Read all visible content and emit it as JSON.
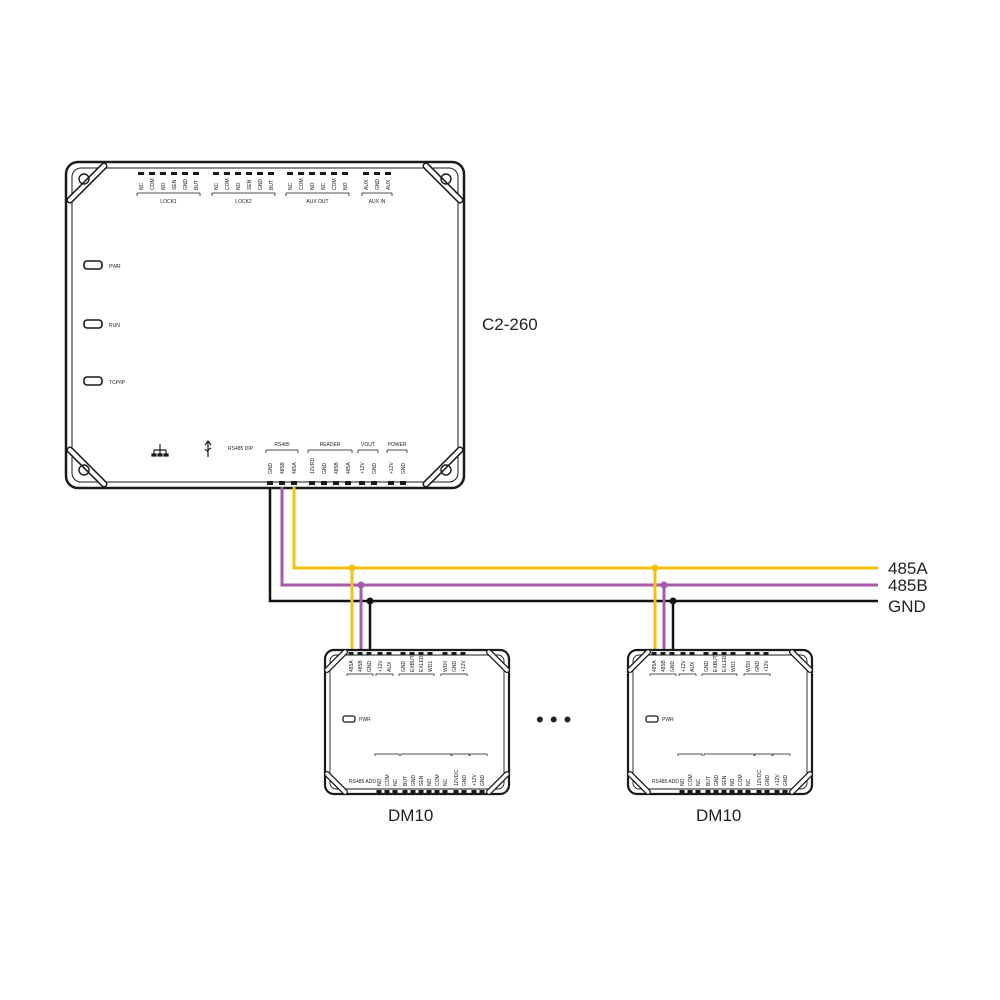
{
  "diagram": {
    "controller": {
      "name": "C2-260",
      "leds": [
        "PWR",
        "RUN",
        "TCP/IP"
      ],
      "dip_label": "RS485 DIP",
      "top_groups": [
        {
          "label": "LOCK1",
          "pins": [
            "NC",
            "COM",
            "NO",
            "SEN",
            "GND",
            "BUT"
          ]
        },
        {
          "label": "LOCK2",
          "pins": [
            "NC",
            "COM",
            "NO",
            "SEN",
            "GND",
            "BUT"
          ]
        },
        {
          "label": "AUX OUT",
          "pins": [
            "NC",
            "COM",
            "NO",
            "NC",
            "COM",
            "NO"
          ]
        },
        {
          "label": "AUX IN",
          "pins": [
            "AUX",
            "GND",
            "AUX"
          ]
        }
      ],
      "bottom_groups": [
        {
          "label": "RS485",
          "pins": [
            "GND",
            "485B",
            "485A"
          ]
        },
        {
          "label": "READER",
          "pins": [
            "12VRD",
            "GND",
            "485B",
            "485A"
          ]
        },
        {
          "label": "VOUT",
          "pins": [
            "+12V",
            "GND"
          ]
        },
        {
          "label": "POWER",
          "pins": [
            "+12V",
            "GND"
          ]
        }
      ]
    },
    "bus_labels": [
      "485A",
      "485B",
      "GND"
    ],
    "modules": [
      {
        "name": "DM10"
      },
      {
        "name": "DM10"
      }
    ],
    "module_leds": [
      "PWR"
    ],
    "module_bottom_label": "RS485 ADD",
    "module_top_pins": [
      "485A",
      "485B",
      "GND",
      "+12V",
      "AUX",
      "GND",
      "EXBUT",
      "EXLED",
      "WD1",
      "WD0",
      "GND",
      "+12V"
    ],
    "module_bottom_pins": [
      "NO",
      "COM",
      "NC",
      "BUT",
      "GND",
      "SEN",
      "NO",
      "COM",
      "NC",
      "12VDC",
      "GND",
      "+12V",
      "GND"
    ],
    "ellipsis": "• • •",
    "colors": {
      "a": "#f4c20d",
      "b": "#a65aa8",
      "gnd": "#111111",
      "outline": "#1a1a1a"
    }
  }
}
